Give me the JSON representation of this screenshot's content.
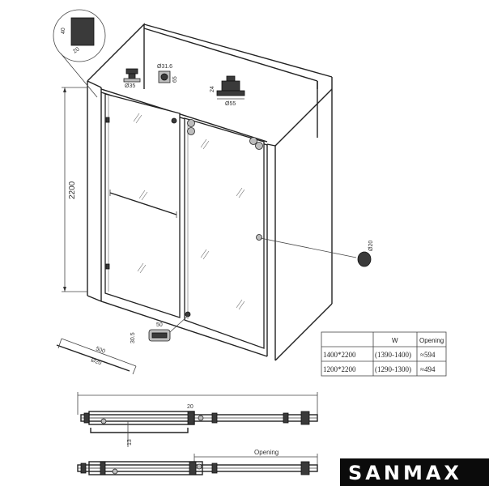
{
  "dimensions": {
    "height": "2200",
    "profile_depth": "40",
    "profile_width": "20",
    "guide_width": "50",
    "guide_height": "30.5",
    "roller_a": "Ø35",
    "roller_b": "Ø31.6",
    "roller_c": "65",
    "roller_d": "24",
    "roller_e": "Ø55",
    "knob": "Ø20",
    "handle_length": "500",
    "handle_dia": "Ø20",
    "plan_offset": "20",
    "plan_depth": "13",
    "opening_label": "Opening"
  },
  "table": {
    "headers": [
      "",
      "W",
      "Opening"
    ],
    "rows": [
      [
        "1400*2200",
        "(1390-1400)",
        "≈594"
      ],
      [
        "1200*2200",
        "(1290-1300)",
        "≈494"
      ]
    ]
  },
  "brand": "SANMAX",
  "colors": {
    "line": "#222222",
    "brand_bg": "#0b0b0b",
    "brand_text": "#ffffff"
  }
}
